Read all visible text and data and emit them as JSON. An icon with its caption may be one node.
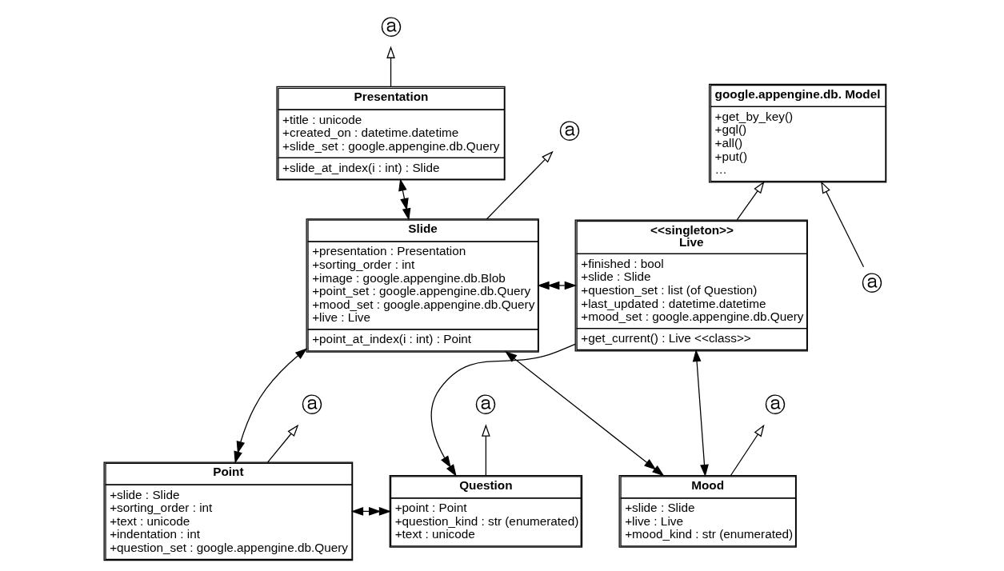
{
  "diagram": {
    "nodes": [
      {
        "text": [
          "ⓐ"
        ]
      },
      {
        "text": [
          "google.appengine.db. Model",
          "+get_by_key()",
          "+gql()",
          "+all()",
          "+put()",
          "…"
        ]
      },
      {
        "text": [
          "Presentation",
          "+title : unicode",
          "+created_on : datetime.datetime",
          "+slide_set : google.appengine.db.Query",
          "+slide_at_index(i : int) : Slide"
        ]
      },
      {
        "text": [
          "ⓐ"
        ]
      },
      {
        "text": [
          "ⓐ"
        ]
      },
      {
        "text": [
          "<<singleton>>",
          "Live",
          "+finished : bool",
          "+slide : Slide",
          "+question_set : list (of Question)",
          "+last_updated : datetime.datetime",
          "+mood_set : google.appengine.db.Query",
          "+get_current() : Live <<class>>"
        ]
      },
      {
        "text": [
          "Slide",
          "+presentation : Presentation",
          "+sorting_order : int",
          "+image : google.appengine.db.Blob",
          "+point_set : google.appengine.db.Query",
          "+mood_set : google.appengine.db.Query",
          "+live : Live",
          "+point_at_index(i : int) : Point"
        ]
      },
      {
        "text": [
          "ⓐ"
        ]
      },
      {
        "text": [
          "ⓐ"
        ]
      },
      {
        "text": [
          "ⓐ"
        ]
      },
      {
        "text": [
          "Point",
          "+slide : Slide",
          "+sorting_order : int",
          "+text : unicode",
          "+indentation : int",
          "+question_set : google.appengine.db.Query"
        ]
      },
      {
        "text": [
          "Question",
          "+point : Point",
          "+question_kind : str (enumerated)",
          "+text : unicode"
        ]
      },
      {
        "text": [
          "Mood",
          "+slide : Slide",
          "+live : Live",
          "+mood_kind : str (enumerated)"
        ]
      }
    ],
    "edges": [
      {
        "from": 2,
        "to": 0,
        "arrow": "to"
      },
      {
        "from": 6,
        "to": 2,
        "arrow": "both"
      },
      {
        "from": 6,
        "to": 4,
        "arrow": "to"
      },
      {
        "from": 6,
        "to": 5,
        "arrow": "both"
      },
      {
        "from": 12,
        "to": 6,
        "arrow": "both"
      },
      {
        "from": 10,
        "to": 6,
        "arrow": "both"
      },
      {
        "from": 10,
        "to": 7,
        "arrow": "to"
      },
      {
        "from": 10,
        "to": 11,
        "arrow": "both"
      },
      {
        "from": 11,
        "to": 8,
        "arrow": "to"
      },
      {
        "from": 5,
        "to": 11,
        "arrow": "to"
      },
      {
        "from": 12,
        "to": 5,
        "arrow": "both"
      },
      {
        "from": 12,
        "to": 9,
        "arrow": "to"
      },
      {
        "from": 5,
        "to": 1,
        "arrow": "to"
      },
      {
        "from": 3,
        "to": 1,
        "arrow": "to"
      }
    ]
  }
}
